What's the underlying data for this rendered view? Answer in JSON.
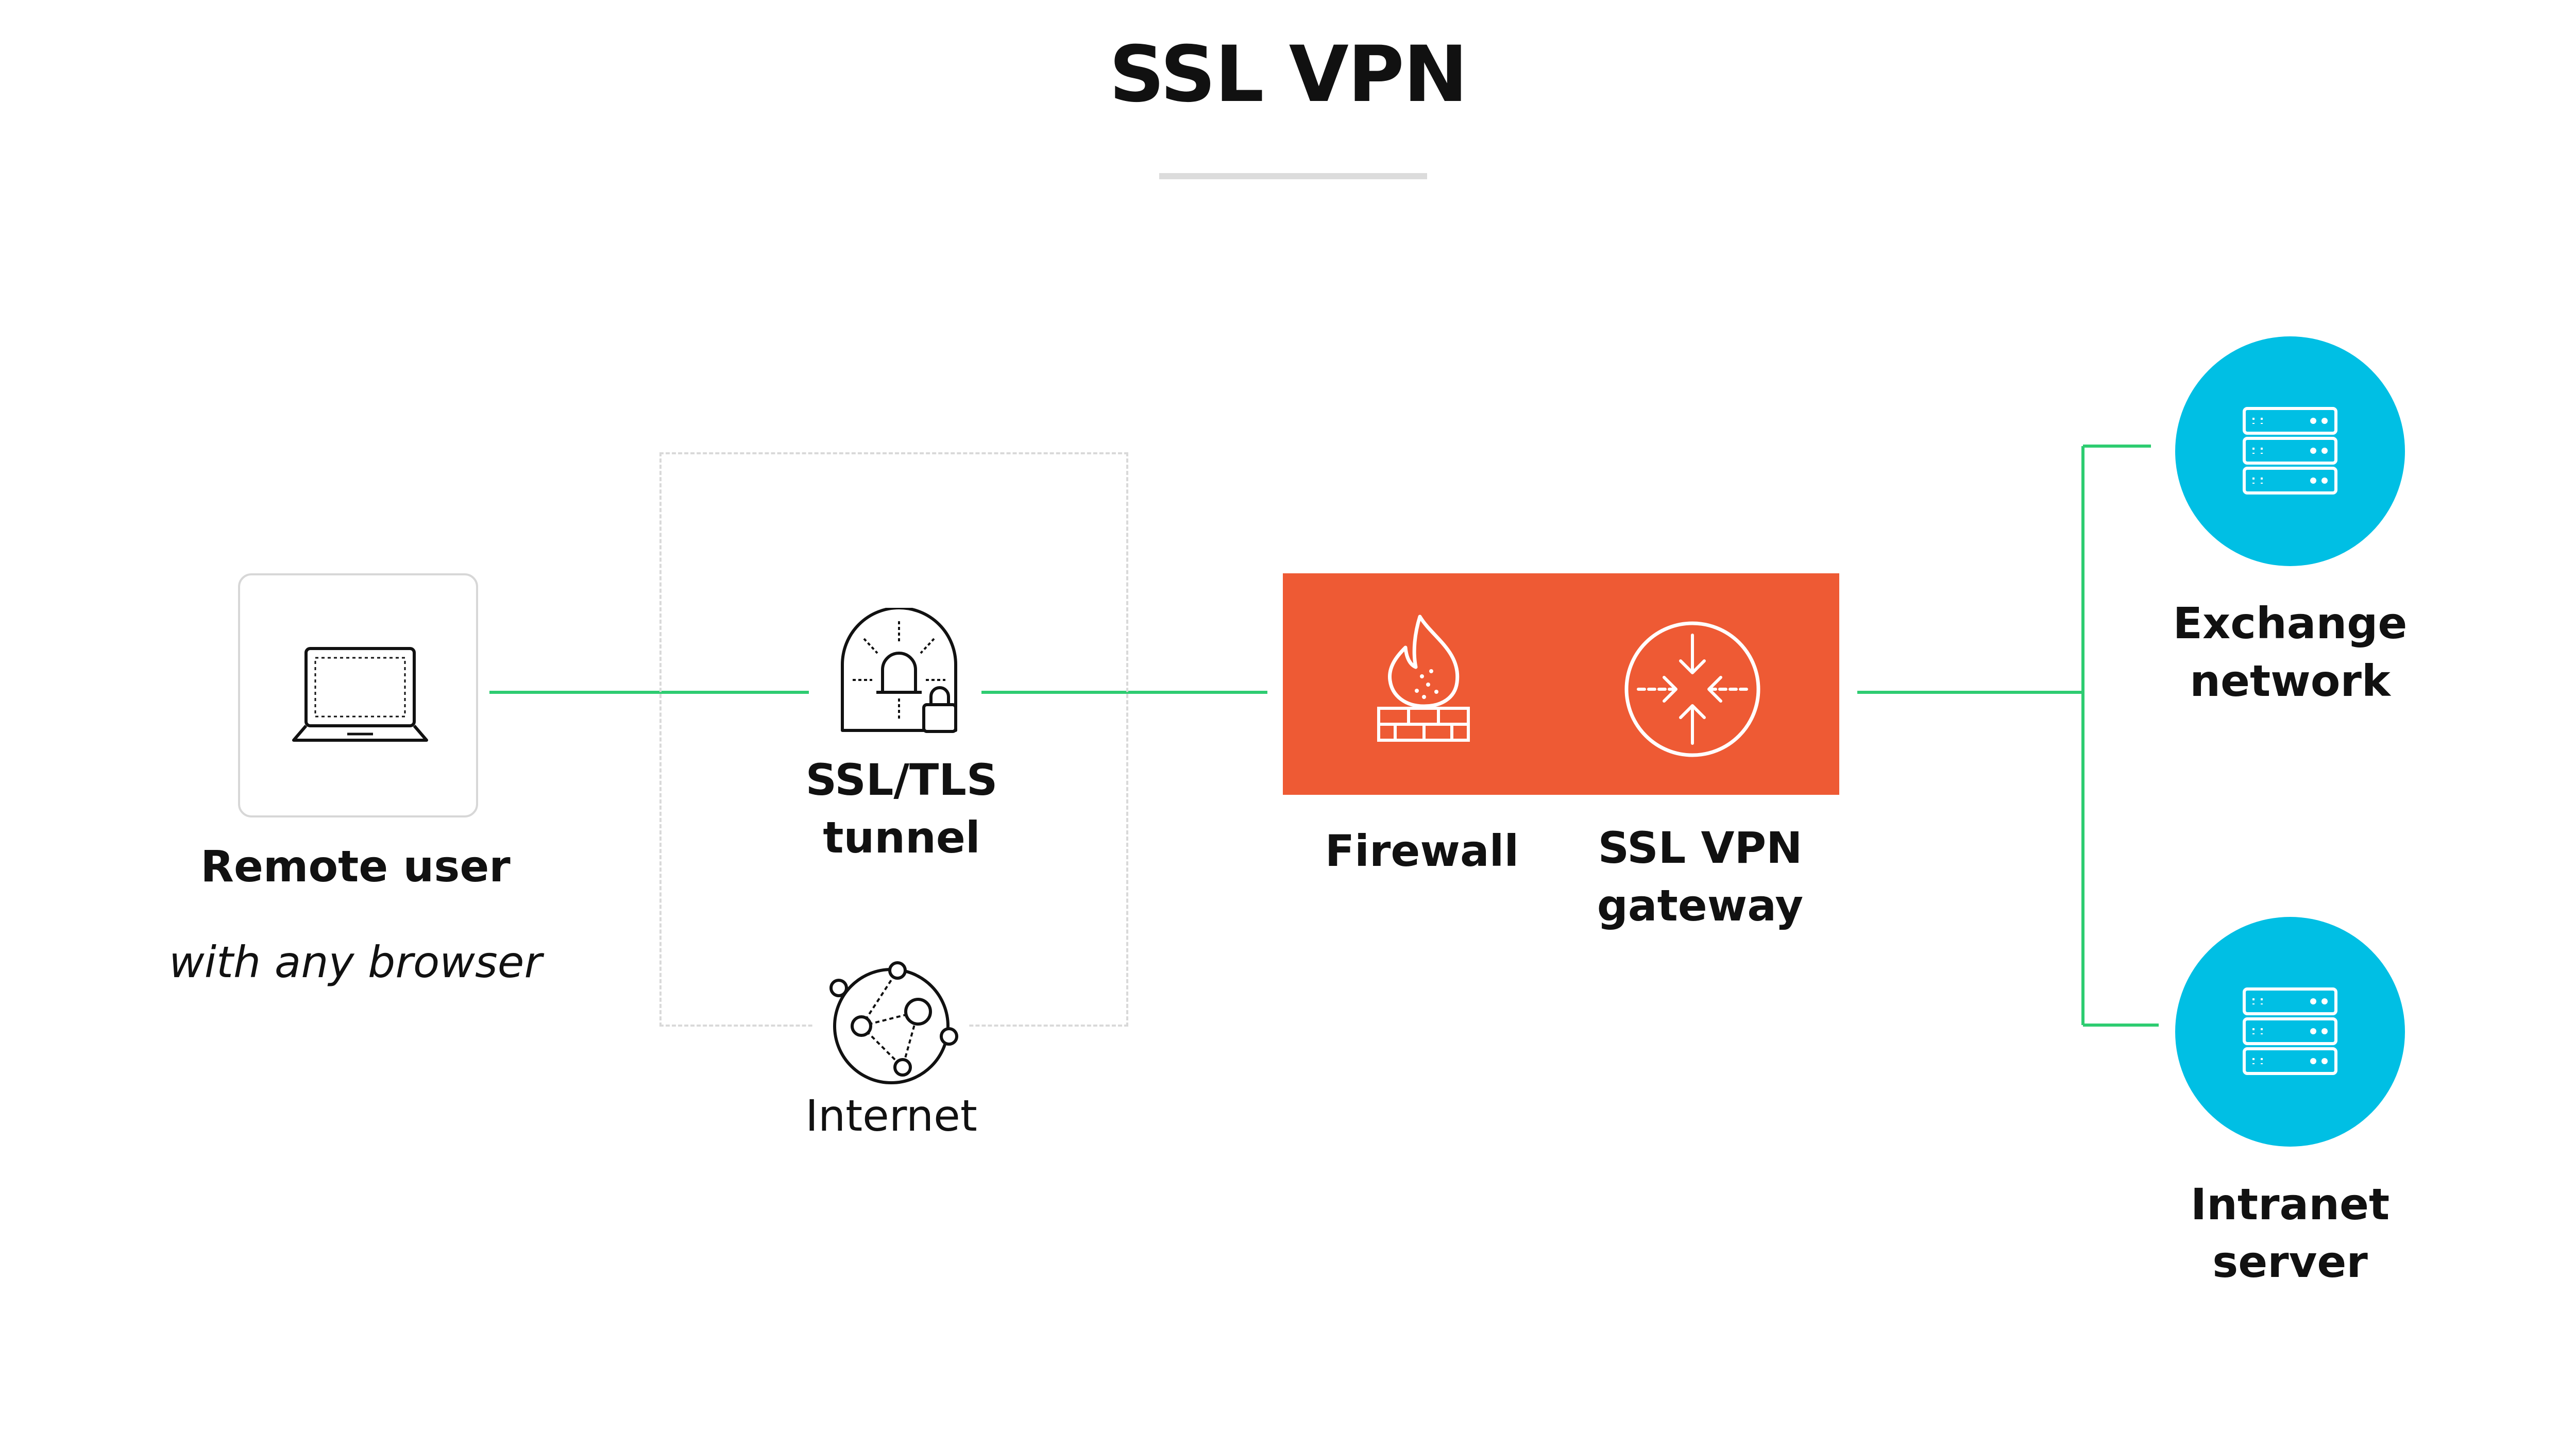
{
  "title": "SSL VPN",
  "nodes": {
    "remote_user": {
      "label": "Remote user",
      "sublabel": "with any browser",
      "icon": "laptop-icon"
    },
    "tunnel": {
      "label_line1": "SSL/TLS",
      "label_line2": "tunnel",
      "icon": "tunnel-lock-icon"
    },
    "internet": {
      "label": "Internet",
      "icon": "network-globe-icon"
    },
    "firewall": {
      "label": "Firewall",
      "icon": "firewall-icon"
    },
    "gateway": {
      "label_line1": "SSL VPN",
      "label_line2": "gateway",
      "icon": "router-icon"
    },
    "exchange": {
      "label_line1": "Exchange",
      "label_line2": "network",
      "icon": "server-icon"
    },
    "intranet": {
      "label_line1": "Intranet",
      "label_line2": "server",
      "icon": "server-icon"
    }
  },
  "colors": {
    "connector": "#2ecc71",
    "firewall_block": "#ee5a34",
    "server_circle": "#00bfe4",
    "box_border": "#d7d7d7"
  }
}
